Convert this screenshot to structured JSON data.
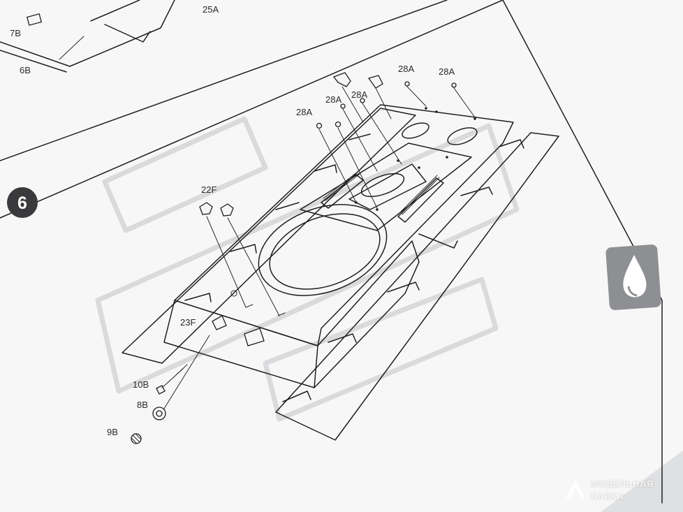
{
  "step": {
    "number": "6"
  },
  "labels": {
    "part_22F": "22F",
    "part_23F": "23F",
    "part_28A": "28A",
    "part_10B": "10B",
    "part_8B": "8B",
    "part_9B": "9B",
    "part_7B": "7B",
    "part_6B": "6B",
    "part_25A": "25A"
  },
  "icons": {
    "glue": "glue-drop-icon"
  },
  "watermark": {
    "line1": "МОДЕЛЬНАЯ",
    "line2": "ЛАВКА"
  },
  "colors": {
    "paper": "#f6f6f7",
    "ink": "#1f1f1f",
    "background": "#e9eaec",
    "icon_bg": "#8e8f92"
  }
}
